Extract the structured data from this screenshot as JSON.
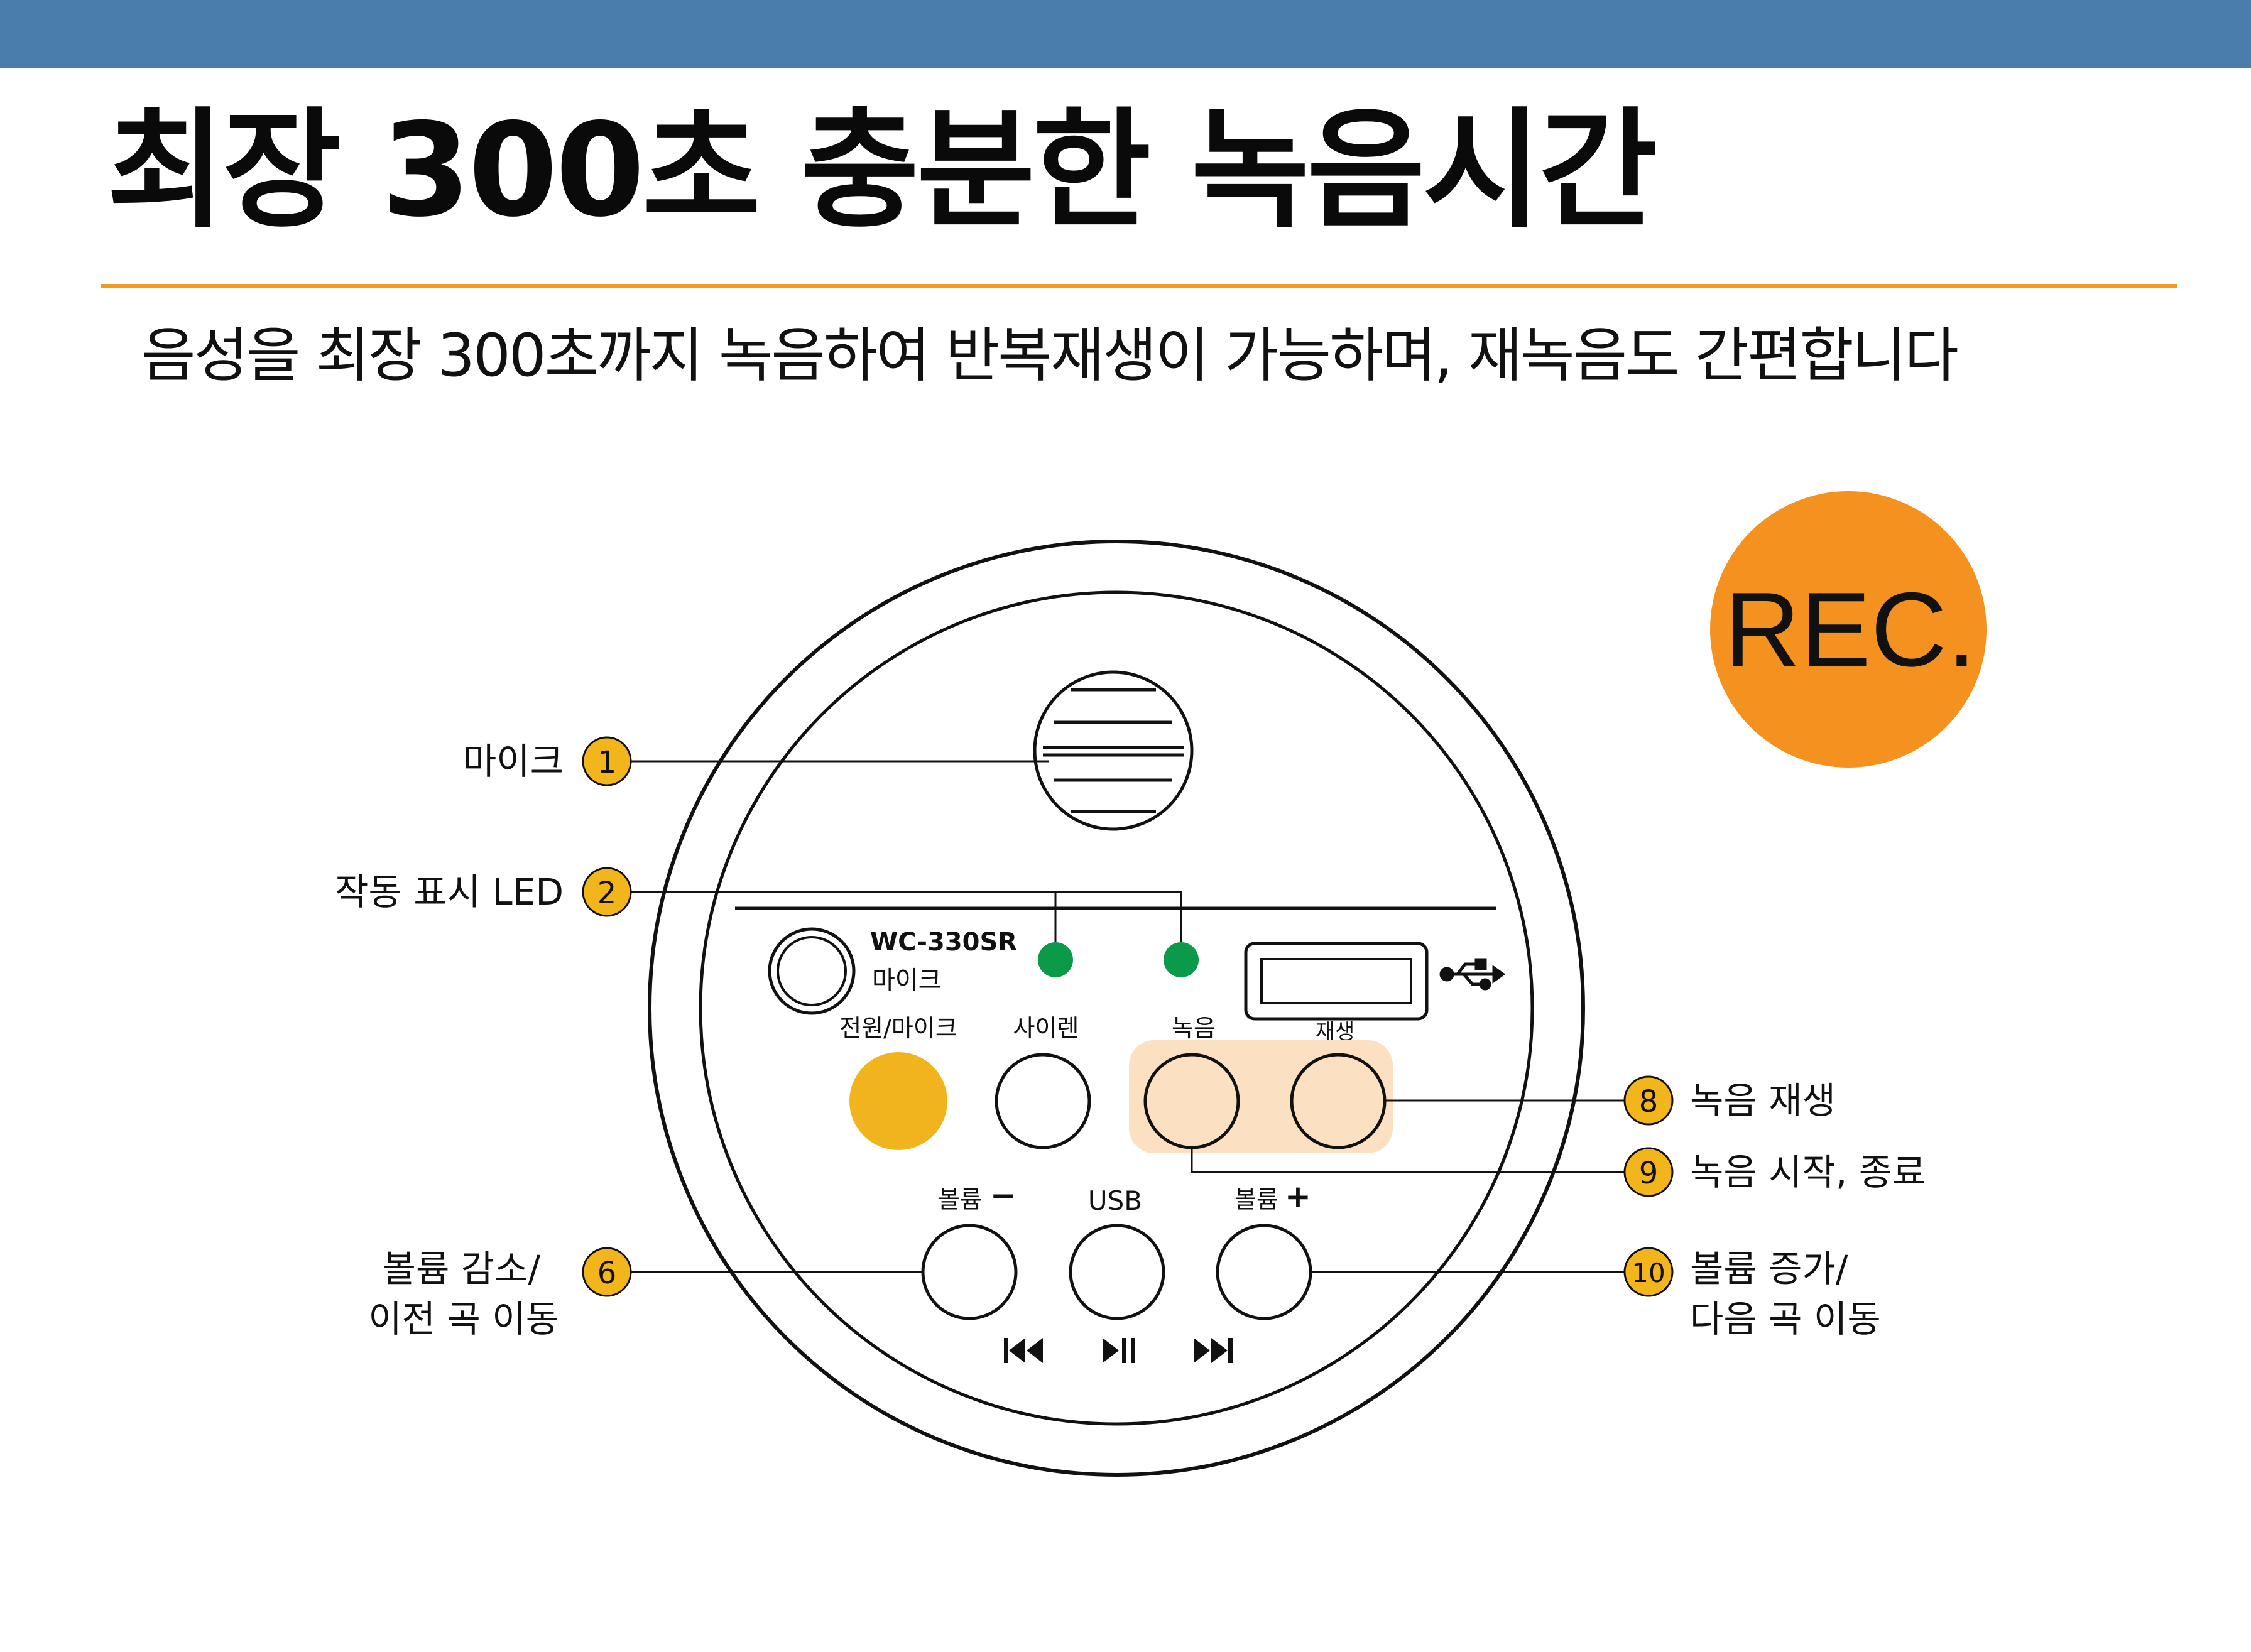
{
  "title": "최장 300초 충분한 녹음시간",
  "subtitle": "음성을 최장 300초까지 녹음하여 반복재생이 가능하며, 재녹음도 간편합니다",
  "rec_badge": {
    "label": "REC.",
    "color": "#f5921f"
  },
  "panel": {
    "model": "WC-330SR",
    "mic_jack_label": "마이크",
    "button_labels": {
      "power_mic": "전원/마이크",
      "siren": "사이렌",
      "record": "녹음",
      "play": "재생",
      "vol_down": "볼륨",
      "usb": "USB",
      "vol_up": "볼륨"
    },
    "vol_down_sign": "−",
    "vol_up_sign": "+",
    "usb_icon": "usb-icon",
    "media_icons": [
      "previous-track-icon",
      "play-pause-icon",
      "next-track-icon"
    ]
  },
  "callouts": [
    {
      "number": "1",
      "lines": [
        "마이크"
      ]
    },
    {
      "number": "2",
      "lines": [
        "작동 표시 LED"
      ]
    },
    {
      "number": "6",
      "lines": [
        "볼륨 감소/",
        "이전 곡 이동"
      ]
    },
    {
      "number": "8",
      "lines": [
        "녹음 재생"
      ]
    },
    {
      "number": "9",
      "lines": [
        "녹음 시작, 종료"
      ]
    },
    {
      "number": "10",
      "lines": [
        "볼륨 증가/",
        "다음 곡 이동"
      ]
    }
  ],
  "colors": {
    "header_bar": "#4a7dab",
    "title_rule": "#f09a1f",
    "callout_badge": "#f2b51c",
    "power_button": "#f2b41c",
    "led": "#0a9a4a",
    "record_play_highlight": "#fce0c2"
  }
}
